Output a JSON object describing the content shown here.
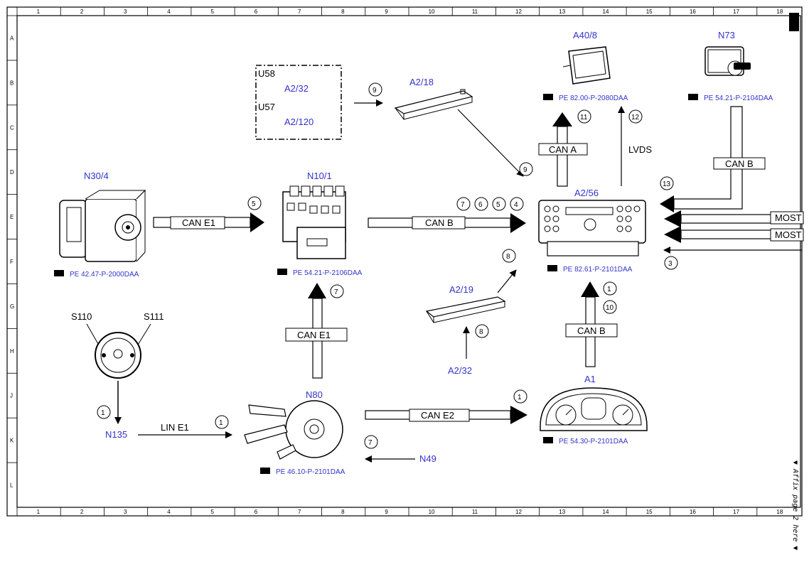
{
  "grid": {
    "columns": [
      "1",
      "2",
      "3",
      "4",
      "5",
      "6",
      "7",
      "8",
      "9",
      "10",
      "11",
      "12",
      "13",
      "14",
      "15",
      "16",
      "17",
      "18"
    ],
    "rows": [
      "A",
      "B",
      "C",
      "D",
      "E",
      "F",
      "G",
      "H",
      "J",
      "K",
      "L"
    ]
  },
  "components": {
    "n30_4": {
      "label": "N30/4",
      "ref": "PE 42.47-P-2000DAA"
    },
    "n10_1": {
      "label": "N10/1",
      "ref": "PE 54.21-P-2106DAA"
    },
    "a2_56": {
      "label": "A2/56",
      "ref": "PE 82.61-P-2101DAA"
    },
    "a40_8": {
      "label": "A40/8",
      "ref": "PE 82.00-P-2080DAA"
    },
    "n73": {
      "label": "N73",
      "ref": "PE 54.21-P-2104DAA"
    },
    "a2_18": {
      "label": "A2/18"
    },
    "a2_19": {
      "label": "A2/19"
    },
    "a2_32_bottom": {
      "label": "A2/32"
    },
    "a1": {
      "label": "A1",
      "ref": "PE 54.30-P-2101DAA"
    },
    "n80": {
      "label": "N80",
      "ref": "PE 46.10-P-2101DAA"
    },
    "s110": {
      "label": "S110"
    },
    "s111": {
      "label": "S111"
    },
    "n135": {
      "label": "N135"
    },
    "n49": {
      "label": "N49"
    }
  },
  "dashed_box": {
    "u58": "U58",
    "a2_32": "A2/32",
    "u57": "U57",
    "a2_120": "A2/120"
  },
  "buses": {
    "can_e1_top": "CAN E1",
    "can_b_mid": "CAN B",
    "can_a": "CAN A",
    "lvds": "LVDS",
    "can_b_right": "CAN B",
    "can_e1_vertical": "CAN E1",
    "can_b_lower": "CAN B",
    "can_e2": "CAN E2",
    "lin_e1": "LIN E1",
    "most_1": "MOST",
    "most_2": "MOST"
  },
  "markers": {
    "m5_left": "5",
    "m9_a": "9",
    "m9_b": "9",
    "m7": "7",
    "m6": "6",
    "m5": "5",
    "m4": "4",
    "m11": "11",
    "m12": "12",
    "m13": "13",
    "m3": "3",
    "m8_a": "8",
    "m8_b": "8",
    "m7_n10": "7",
    "m1_a1": "1",
    "m10": "10",
    "m1_can_e2": "1",
    "m1_n135": "1",
    "m1_lin": "1",
    "m7_n49": "7"
  },
  "side_note": "▼ Affix page 2 here ▼",
  "ref_icon": "pointing-hand-icon",
  "colors": {
    "label": "#3333cc",
    "ink": "#000000"
  }
}
